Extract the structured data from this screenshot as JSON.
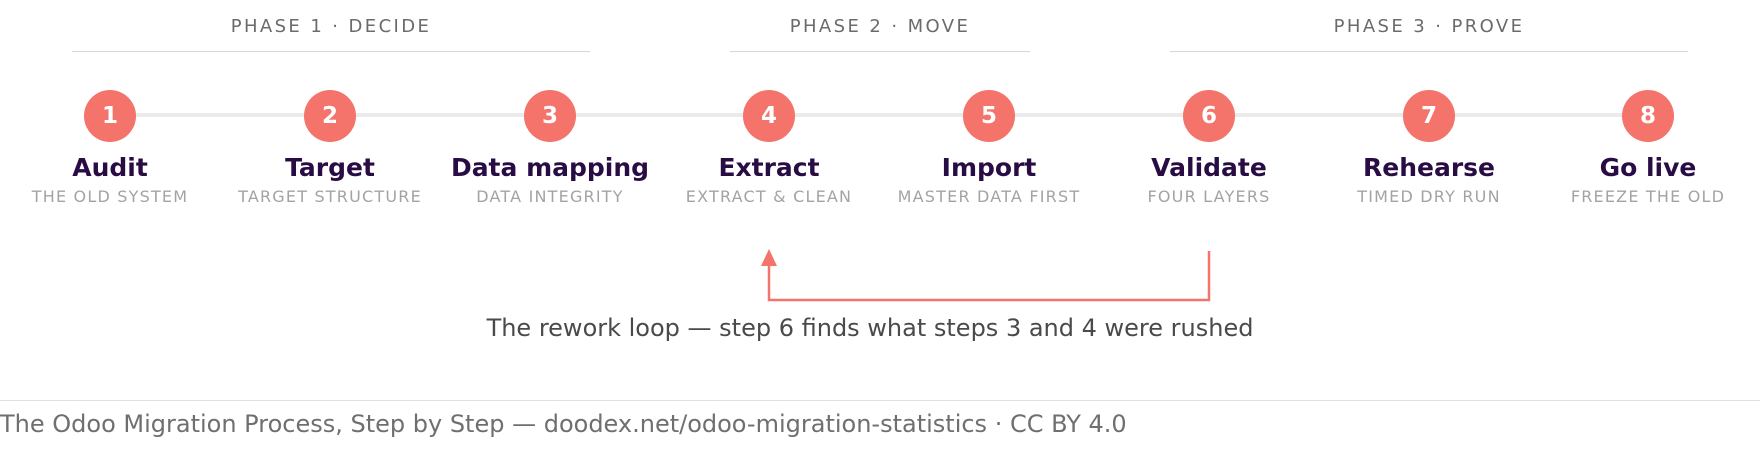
{
  "phases": [
    {
      "label": "PHASE 1 · DECIDE"
    },
    {
      "label": "PHASE 2 · MOVE"
    },
    {
      "label": "PHASE 3 · PROVE"
    }
  ],
  "steps": [
    {
      "number": "1",
      "title": "Audit",
      "subtitle": "THE OLD SYSTEM"
    },
    {
      "number": "2",
      "title": "Target",
      "subtitle": "TARGET STRUCTURE"
    },
    {
      "number": "3",
      "title": "Data mapping",
      "subtitle": "DATA INTEGRITY"
    },
    {
      "number": "4",
      "title": "Extract",
      "subtitle": "EXTRACT & CLEAN"
    },
    {
      "number": "5",
      "title": "Import",
      "subtitle": "MASTER DATA FIRST"
    },
    {
      "number": "6",
      "title": "Validate",
      "subtitle": "FOUR LAYERS"
    },
    {
      "number": "7",
      "title": "Rehearse",
      "subtitle": "TIMED DRY RUN"
    },
    {
      "number": "8",
      "title": "Go live",
      "subtitle": "FREEZE THE OLD"
    }
  ],
  "loop": {
    "caption": "The rework loop — step 6 finds what steps 3 and 4 were rushed"
  },
  "footer": {
    "text": "The Odoo Migration Process, Step by Step — doodex.net/odoo-migration-statistics · CC BY 4.0"
  },
  "colors": {
    "accent": "#f4736a",
    "title": "#2a0c45",
    "subtitle": "#a3a3a3",
    "phase_label": "#6b6b6b",
    "track": "#ebebeb"
  }
}
